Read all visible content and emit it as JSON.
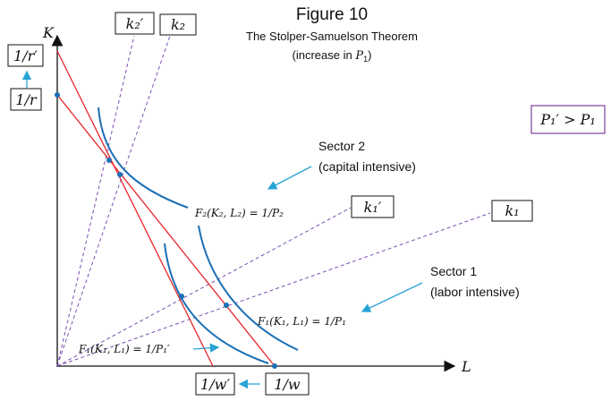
{
  "figure": {
    "title": "Figure 10",
    "subtitle": "The Stolper-Samuelson Theorem",
    "subtitle2_prefix": "(increase in ",
    "subtitle2_var": "P",
    "subtitle2_sub": "1",
    "subtitle2_suffix": ")"
  },
  "axes": {
    "y_label": "K",
    "x_label": "L"
  },
  "boxes": {
    "r_prime": "1/r′",
    "r": "1/r",
    "w_prime": "1/w′",
    "w": "1/w",
    "k2_prime": "k₂′",
    "k2": "k₂",
    "k1_prime": "k₁′",
    "k1": "k₁",
    "price_relation": "P₁′ > P₁"
  },
  "labels": {
    "sector2_name": "Sector 2",
    "sector2_desc": "(capital intensive)",
    "sector1_name": "Sector 1",
    "sector1_desc": "(labor intensive)",
    "iso_f2": "F₂(K₂, L₂) = 1/P₂",
    "iso_f1": "F₁(K₁, L₁) = 1/P₁",
    "iso_f1_prime": "F₁(K₁, L₁) = 1/P₁′"
  },
  "colors": {
    "isoquant": "#1a6fb5",
    "isocost": "#e8262a",
    "ray": "#7b4fb3",
    "arrow": "#29a3d6",
    "box_purple": "#7b3f9e"
  }
}
